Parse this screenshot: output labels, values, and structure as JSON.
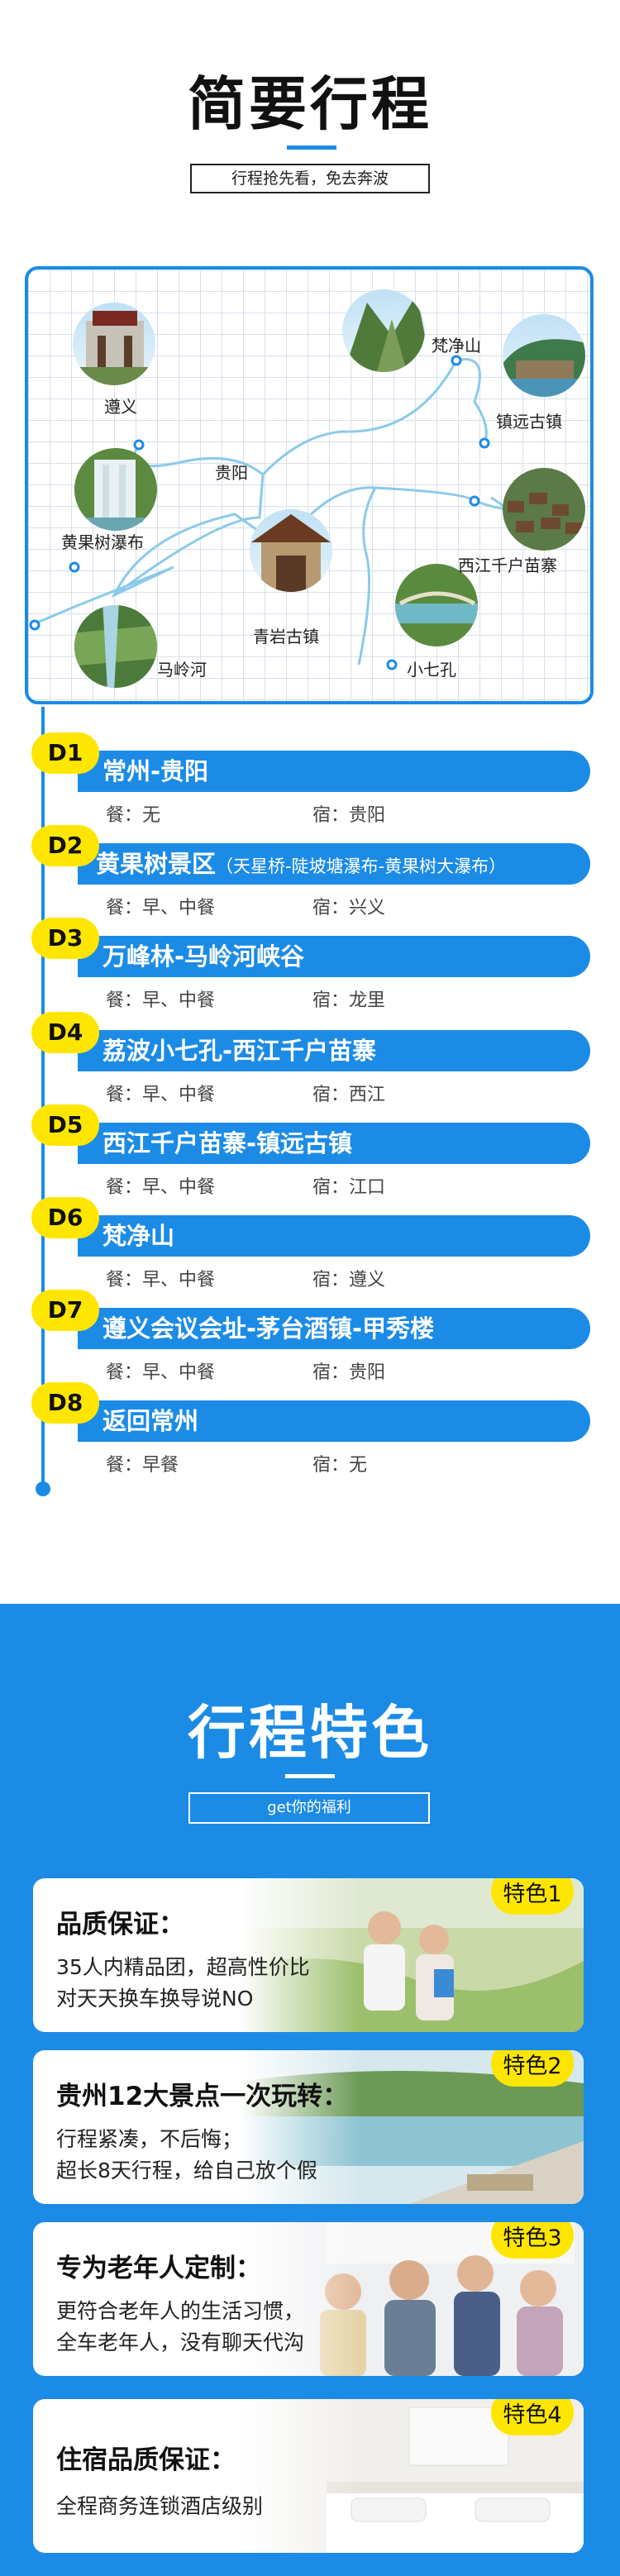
{
  "itinerary": {
    "title": "简要行程",
    "subtitle": "行程抢先看，免去奔波",
    "map_spots": [
      "遵义",
      "梵净山",
      "镇远古镇",
      "贵阳",
      "黄果树瀑布",
      "西江千户苗寨",
      "青岩古镇",
      "小七孔",
      "马岭河"
    ],
    "days": [
      {
        "badge": "D1",
        "route": "常州-贵阳",
        "note": "",
        "meal": "餐：无",
        "stay": "宿：贵阳"
      },
      {
        "badge": "D2",
        "route": "黄果树景区",
        "note": "（天星桥-陡坡塘瀑布-黄果树大瀑布）",
        "meal": "餐：早、中餐",
        "stay": "宿：兴义"
      },
      {
        "badge": "D3",
        "route": "万峰林-马岭河峡谷",
        "note": "",
        "meal": "餐：早、中餐",
        "stay": "宿：龙里"
      },
      {
        "badge": "D4",
        "route": "荔波小七孔-西江千户苗寨",
        "note": "",
        "meal": "餐：早、中餐",
        "stay": "宿：西江"
      },
      {
        "badge": "D5",
        "route": "西江千户苗寨-镇远古镇",
        "note": "",
        "meal": "餐：早、中餐",
        "stay": "宿：江口"
      },
      {
        "badge": "D6",
        "route": "梵净山",
        "note": "",
        "meal": "餐：早、中餐",
        "stay": "宿：遵义"
      },
      {
        "badge": "D7",
        "route": "遵义会议会址-茅台酒镇-甲秀楼",
        "note": "",
        "meal": "餐：早、中餐",
        "stay": "宿：贵阳"
      },
      {
        "badge": "D8",
        "route": "返回常州",
        "note": "",
        "meal": "餐：早餐",
        "stay": "宿：无"
      }
    ]
  },
  "features": {
    "title": "行程特色",
    "subtitle": "get你的福利",
    "cards": [
      {
        "tag": "特色1",
        "head": "品质保证：",
        "line1": "35人内精品团，超高性价比",
        "line2": "对天天换车换导说NO"
      },
      {
        "tag": "特色2",
        "head": "贵州12大景点一次玩转：",
        "line1": "行程紧凑，不后悔；",
        "line2": "超长8天行程，给自己放个假"
      },
      {
        "tag": "特色3",
        "head": "专为老年人定制：",
        "line1": "更符合老年人的生活习惯，",
        "line2": "全车老年人，没有聊天代沟"
      },
      {
        "tag": "特色4",
        "head": "住宿品质保证：",
        "line1": "全程商务连锁酒店级别",
        "line2": ""
      }
    ]
  },
  "colors": {
    "accent": "#1b8be6",
    "badge": "#ffe600"
  }
}
